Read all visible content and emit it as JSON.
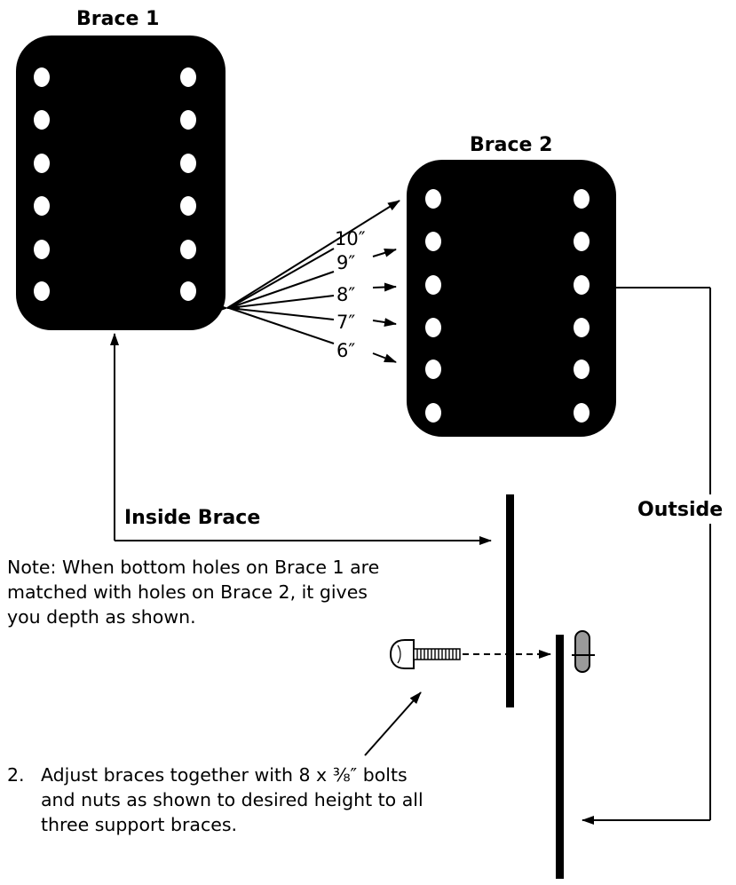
{
  "title": "",
  "labels": {
    "brace1": "Brace 1",
    "brace2": "Brace 2",
    "inside": "Inside Brace",
    "outside": "Outside"
  },
  "dimensions": [
    "10″",
    "9″",
    "8″",
    "7″",
    "6″"
  ],
  "note": "Note: When bottom holes on Brace 1 are matched with holes on Brace 2, it gives you depth as shown.",
  "step": {
    "number": "2.",
    "text": "Adjust braces together with 8 x ⅜″ bolts and nuts as shown to desired height to all three support braces."
  },
  "colors": {
    "ink": "#000000",
    "paper": "#ffffff",
    "nut": "#9a9a9a"
  },
  "icons": [
    "bolt-icon",
    "nut-icon"
  ]
}
